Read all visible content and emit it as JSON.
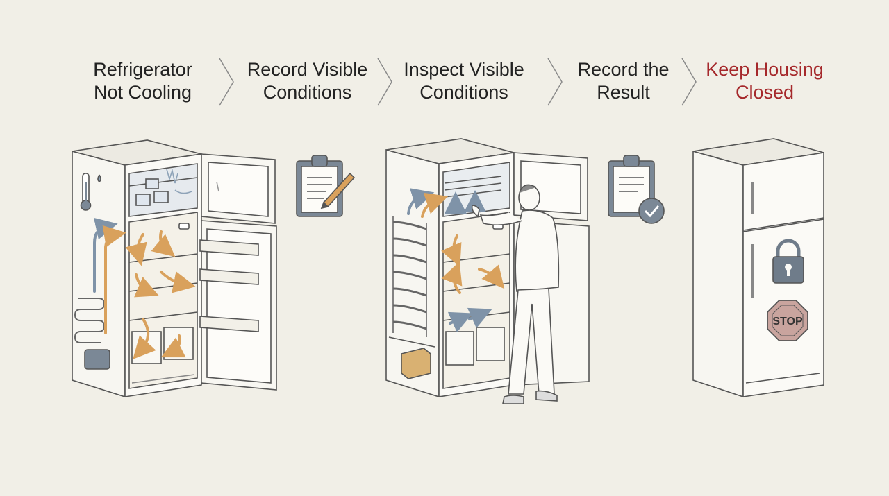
{
  "steps": [
    {
      "line1": "Refrigerator",
      "line2": "Not Cooling"
    },
    {
      "line1": "Record Visible",
      "line2": "Conditions"
    },
    {
      "line1": "Inspect Visible",
      "line2": "Conditions"
    },
    {
      "line1": "Record the",
      "line2": "Result"
    },
    {
      "line1": "Keep Housing",
      "line2": "Closed"
    }
  ],
  "stop_sign_text": "STOP",
  "colors": {
    "background": "#f1efe7",
    "line": "#555555",
    "warning_text": "#a5282b",
    "flow_arrow_warm": "#d9a15c",
    "flow_arrow_cool": "#7f93a8",
    "lock": "#6f7c8a",
    "stop_sign": "#c9a49e"
  },
  "icons": [
    "thermometer-icon",
    "clipboard-pencil-icon",
    "clipboard-check-icon",
    "padlock-icon",
    "stop-sign-icon",
    "chevron-right-icon"
  ]
}
